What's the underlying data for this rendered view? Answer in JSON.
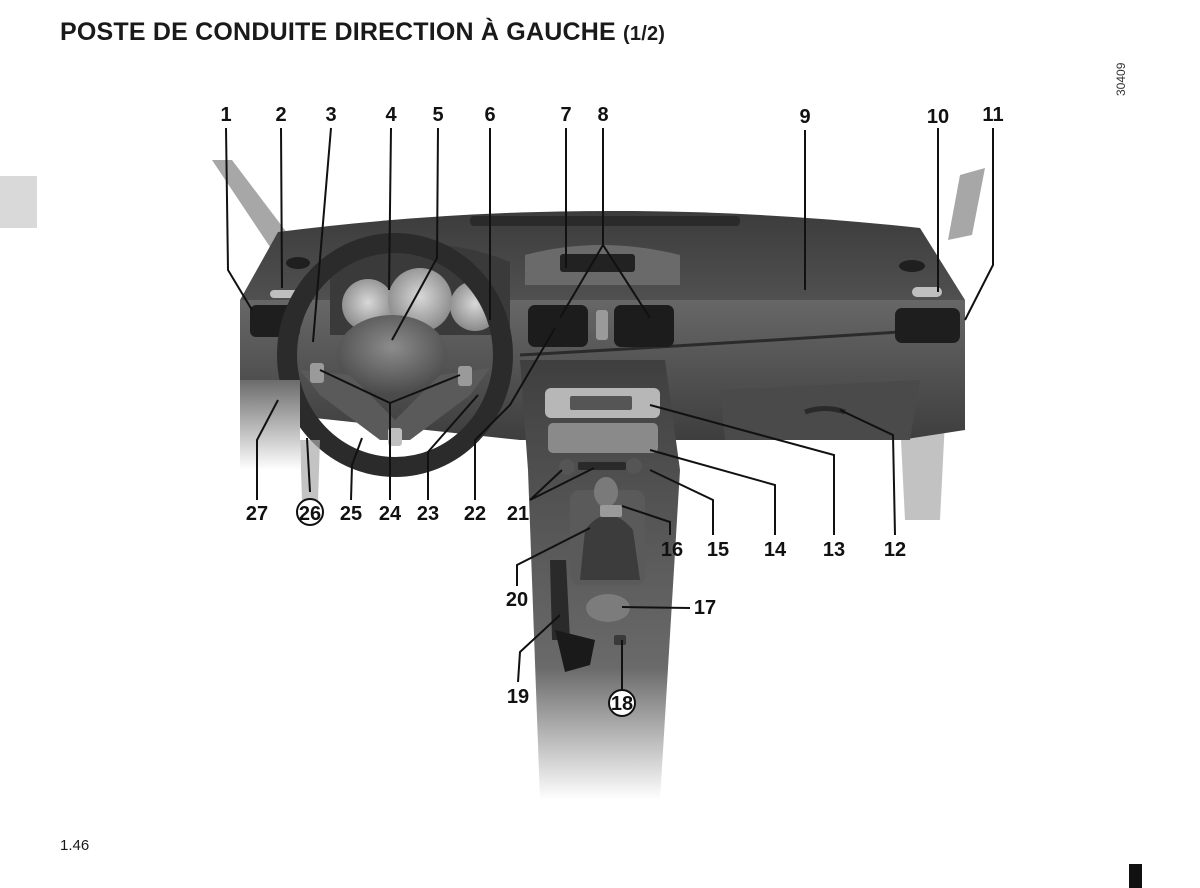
{
  "page": {
    "title_main": "POSTE DE CONDUITE DIRECTION À GAUCHE",
    "title_suffix": "(1/2)",
    "page_number": "1.46",
    "ref_code": "30409"
  },
  "callouts": [
    {
      "label": "1"
    },
    {
      "label": "2"
    },
    {
      "label": "3"
    },
    {
      "label": "4"
    },
    {
      "label": "5"
    },
    {
      "label": "6"
    },
    {
      "label": "7"
    },
    {
      "label": "8"
    },
    {
      "label": "9"
    },
    {
      "label": "10"
    },
    {
      "label": "11"
    },
    {
      "label": "12"
    },
    {
      "label": "13"
    },
    {
      "label": "14"
    },
    {
      "label": "15"
    },
    {
      "label": "16"
    },
    {
      "label": "17"
    },
    {
      "label": "18"
    },
    {
      "label": "19"
    },
    {
      "label": "20"
    },
    {
      "label": "21"
    },
    {
      "label": "22"
    },
    {
      "label": "23"
    },
    {
      "label": "24"
    },
    {
      "label": "25"
    },
    {
      "label": "26"
    },
    {
      "label": "27"
    }
  ]
}
